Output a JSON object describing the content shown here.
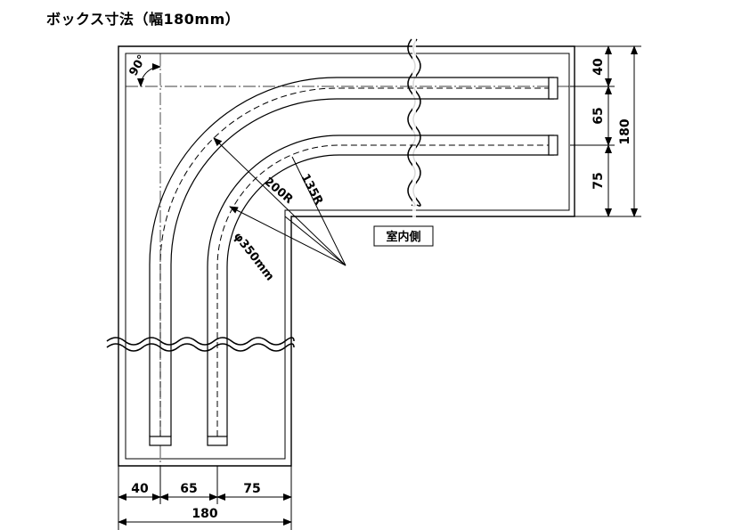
{
  "title": "ボックス寸法（幅180mm）",
  "angle_label": "90°",
  "radius_outer": "200R",
  "radius_inner": "135R",
  "pipe_label": "φ350mm",
  "indoor_side": "室内側",
  "dims_right": {
    "d1": "40",
    "d2": "65",
    "d3": "75",
    "total": "180"
  },
  "dims_bottom": {
    "d1": "40",
    "d2": "65",
    "d3": "75",
    "total": "180"
  }
}
